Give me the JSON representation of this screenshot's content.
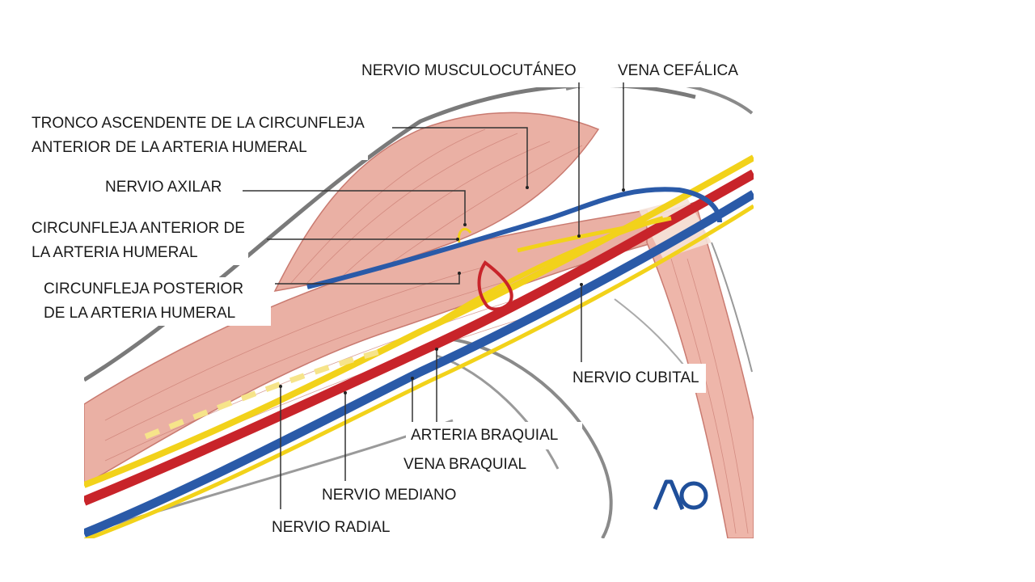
{
  "labels": {
    "musculocutaneo": "NERVIO MUSCULOCUTÁNEO",
    "cefalica": "VENA CEFÁLICA",
    "tronco": [
      "TRONCO ASCENDENTE DE LA CIRCUNFLEJA",
      "ANTERIOR DE LA ARTERIA HUMERAL"
    ],
    "axilar": "NERVIO AXILAR",
    "circ_anterior": [
      "CIRCUNFLEJA ANTERIOR DE",
      "LA ARTERIA HUMERAL"
    ],
    "circ_posterior": [
      "CIRCUNFLEJA POSTERIOR",
      "DE LA ARTERIA HUMERAL"
    ],
    "cubital": "NERVIO CUBITAL",
    "arteria_braquial": "ARTERIA BRAQUIAL",
    "vena_braquial": "VENA BRAQUIAL",
    "mediano": "NERVIO MEDIANO",
    "radial": "NERVIO RADIAL"
  },
  "logo": {
    "text": "AO"
  },
  "colors": {
    "muscle": "#eab0a4",
    "muscle_line": "#c97a70",
    "nerve": "#f2d21a",
    "artery": "#c8242a",
    "vein": "#2a5aa8",
    "outline": "#777777",
    "leader": "#333333"
  }
}
